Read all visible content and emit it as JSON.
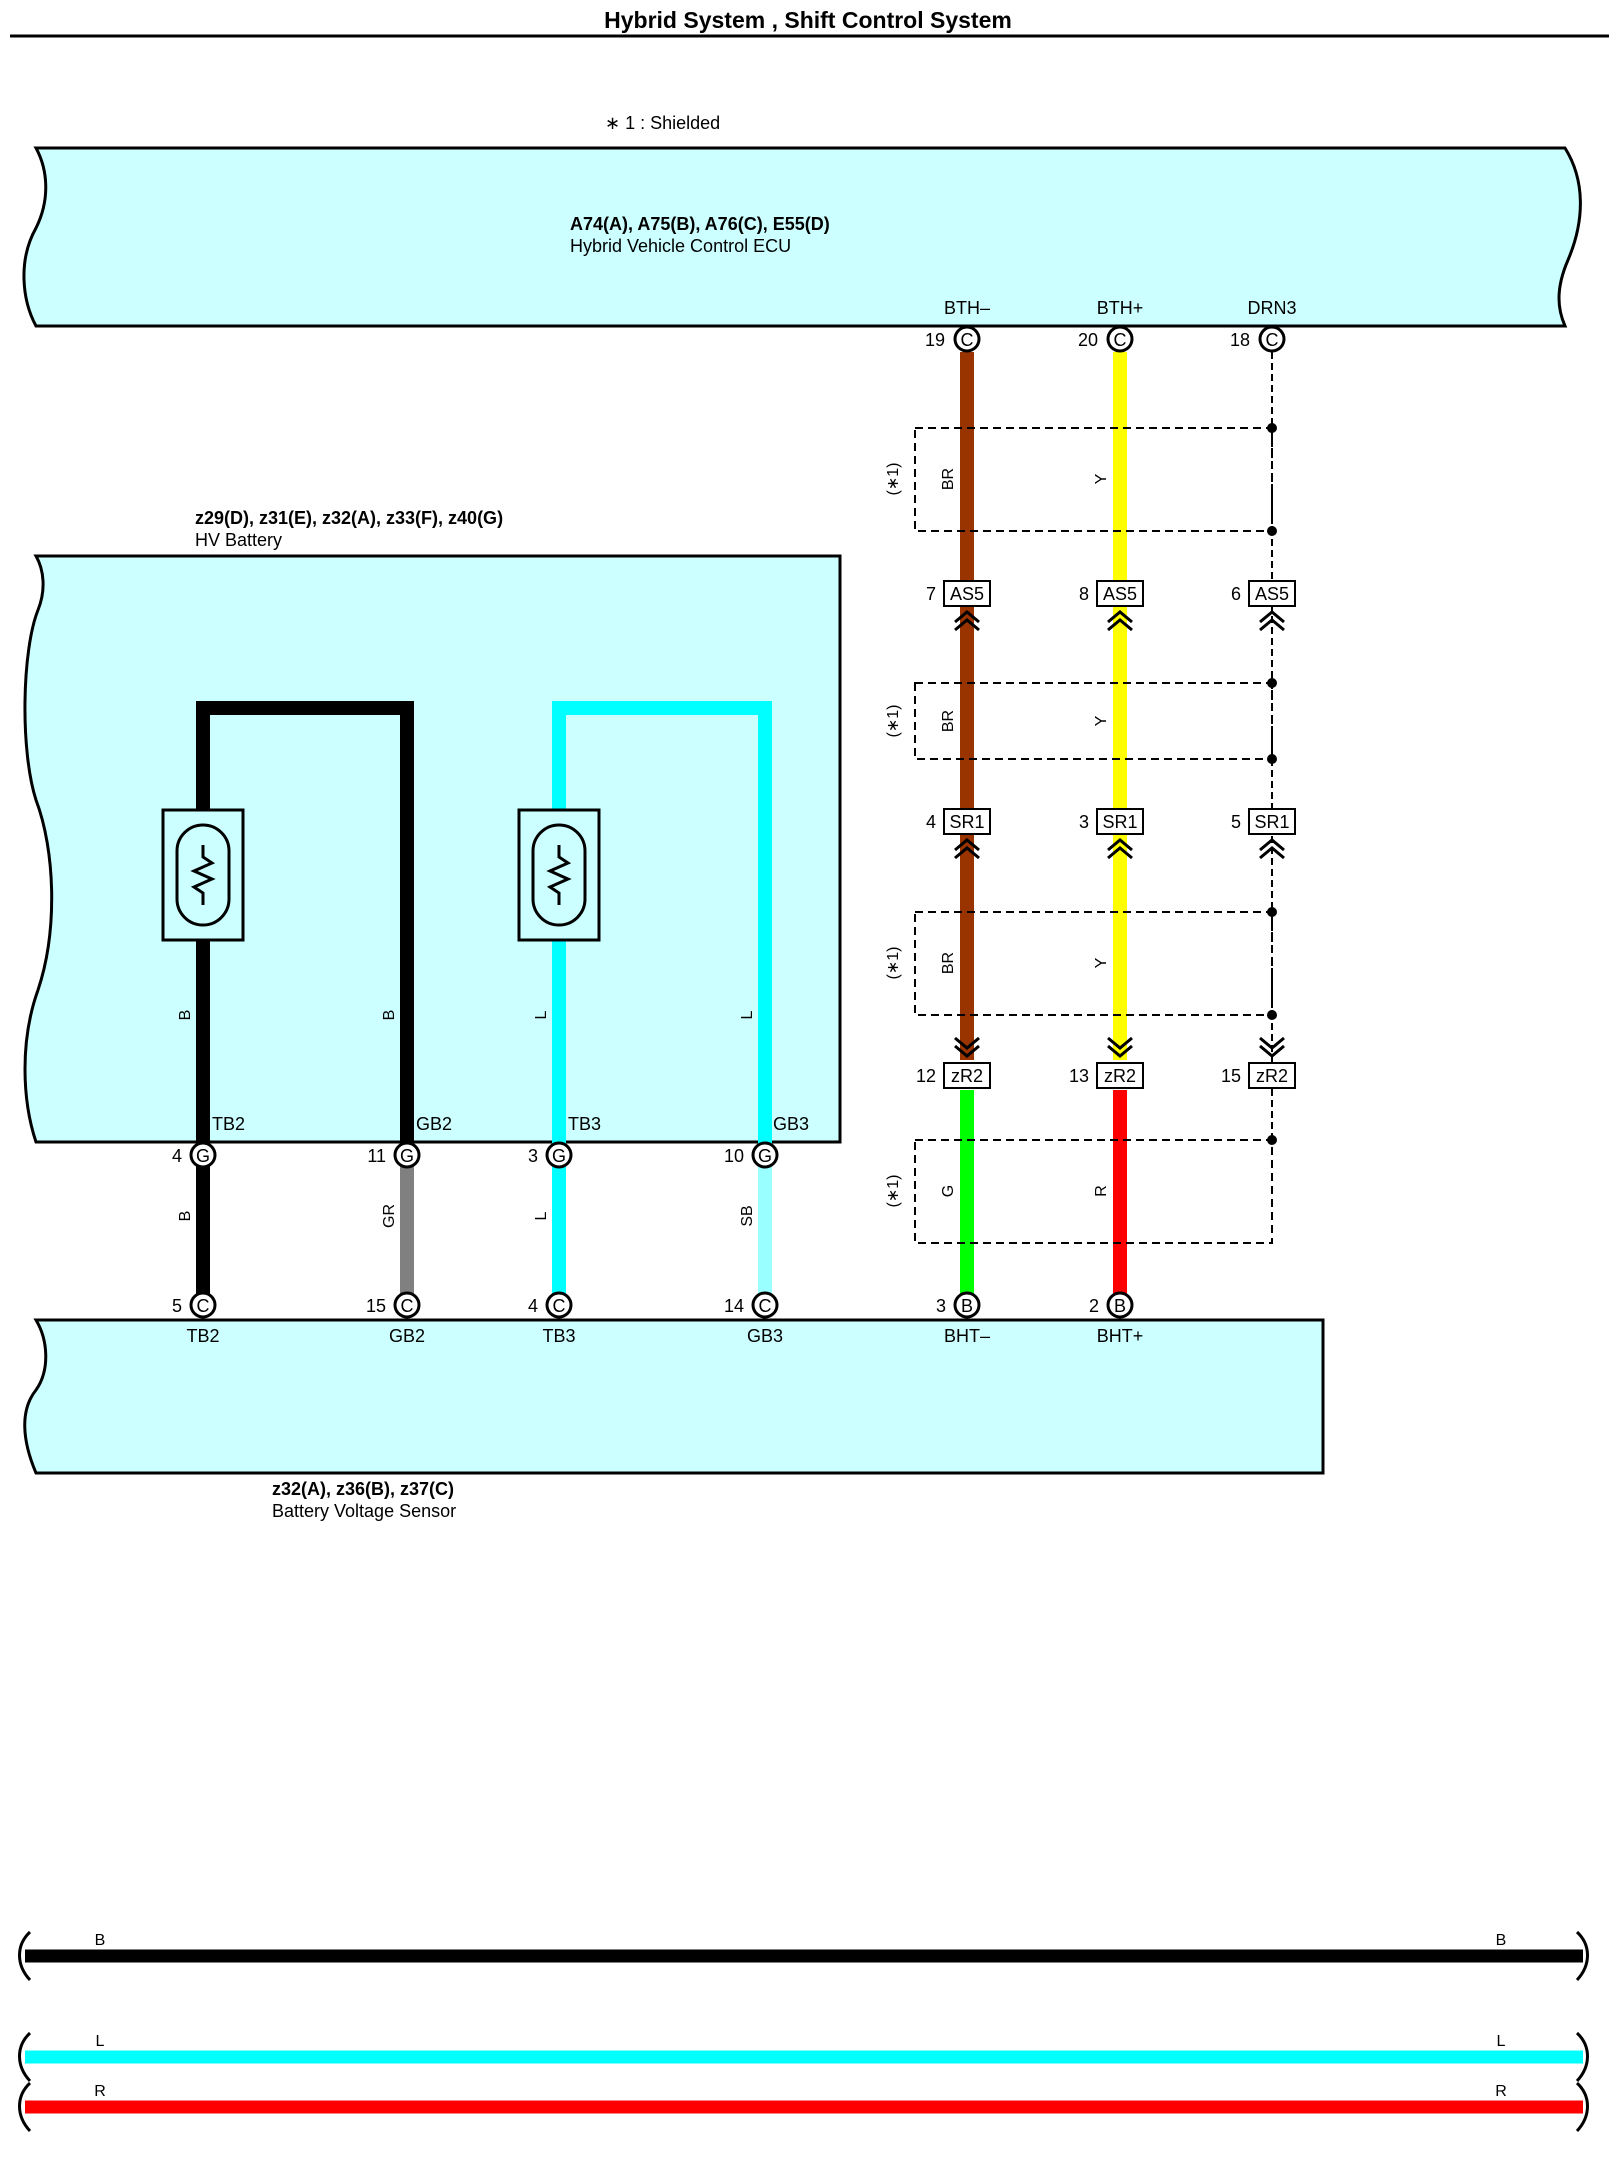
{
  "title": "Hybrid System , Shift Control System",
  "note": "∗ 1 : Shielded",
  "shield_label": "(∗1)",
  "components": {
    "ecu": {
      "code": "A74(A), A75(B), A76(C), E55(D)",
      "name": "Hybrid Vehicle Control ECU"
    },
    "battery": {
      "code": "z29(D), z31(E), z32(A), z33(F), z40(G)",
      "name": "HV Battery"
    },
    "sensor": {
      "code": "z32(A), z36(B), z37(C)",
      "name": "Battery Voltage Sensor"
    }
  },
  "ecu_pins": [
    {
      "name": "BTH–",
      "num": "19",
      "conn": "C"
    },
    {
      "name": "BTH+",
      "num": "20",
      "conn": "C"
    },
    {
      "name": "DRN3",
      "num": "18",
      "conn": "C"
    }
  ],
  "junctions": [
    [
      {
        "num": "7",
        "conn": "AS5"
      },
      {
        "num": "8",
        "conn": "AS5"
      },
      {
        "num": "6",
        "conn": "AS5"
      }
    ],
    [
      {
        "num": "4",
        "conn": "SR1"
      },
      {
        "num": "3",
        "conn": "SR1"
      },
      {
        "num": "5",
        "conn": "SR1"
      }
    ],
    [
      {
        "num": "12",
        "conn": "zR2"
      },
      {
        "num": "13",
        "conn": "zR2"
      },
      {
        "num": "15",
        "conn": "zR2"
      }
    ]
  ],
  "shield_wire_colors": [
    [
      "BR",
      "Y"
    ],
    [
      "BR",
      "Y"
    ],
    [
      "BR",
      "Y"
    ],
    [
      "G",
      "R"
    ]
  ],
  "battery_pins": [
    {
      "name": "TB2",
      "num": "4",
      "conn": "G"
    },
    {
      "name": "GB2",
      "num": "11",
      "conn": "G"
    },
    {
      "name": "TB3",
      "num": "3",
      "conn": "G"
    },
    {
      "name": "GB3",
      "num": "10",
      "conn": "G"
    }
  ],
  "battery_internal_colors": [
    "B",
    "B",
    "L",
    "L"
  ],
  "battery_out_colors": [
    "B",
    "GR",
    "L",
    "SB"
  ],
  "sensor_pins": [
    {
      "name": "TB2",
      "num": "5",
      "conn": "C"
    },
    {
      "name": "GB2",
      "num": "15",
      "conn": "C"
    },
    {
      "name": "TB3",
      "num": "4",
      "conn": "C"
    },
    {
      "name": "GB3",
      "num": "14",
      "conn": "C"
    },
    {
      "name": "BHT–",
      "num": "3",
      "conn": "B"
    },
    {
      "name": "BHT+",
      "num": "2",
      "conn": "B"
    }
  ],
  "legend": [
    {
      "code": "B",
      "color": "#000000"
    },
    {
      "code": "L",
      "color": "#00ffff"
    },
    {
      "code": "R",
      "color": "#ff0000"
    }
  ],
  "colors": {
    "component_fill": "#ccffff",
    "BR": "#993300",
    "Y": "#ffff00",
    "G": "#00ff00",
    "R": "#ff0000",
    "B": "#000000",
    "GR": "#808080",
    "L": "#00ffff",
    "SB": "#99ffff"
  }
}
